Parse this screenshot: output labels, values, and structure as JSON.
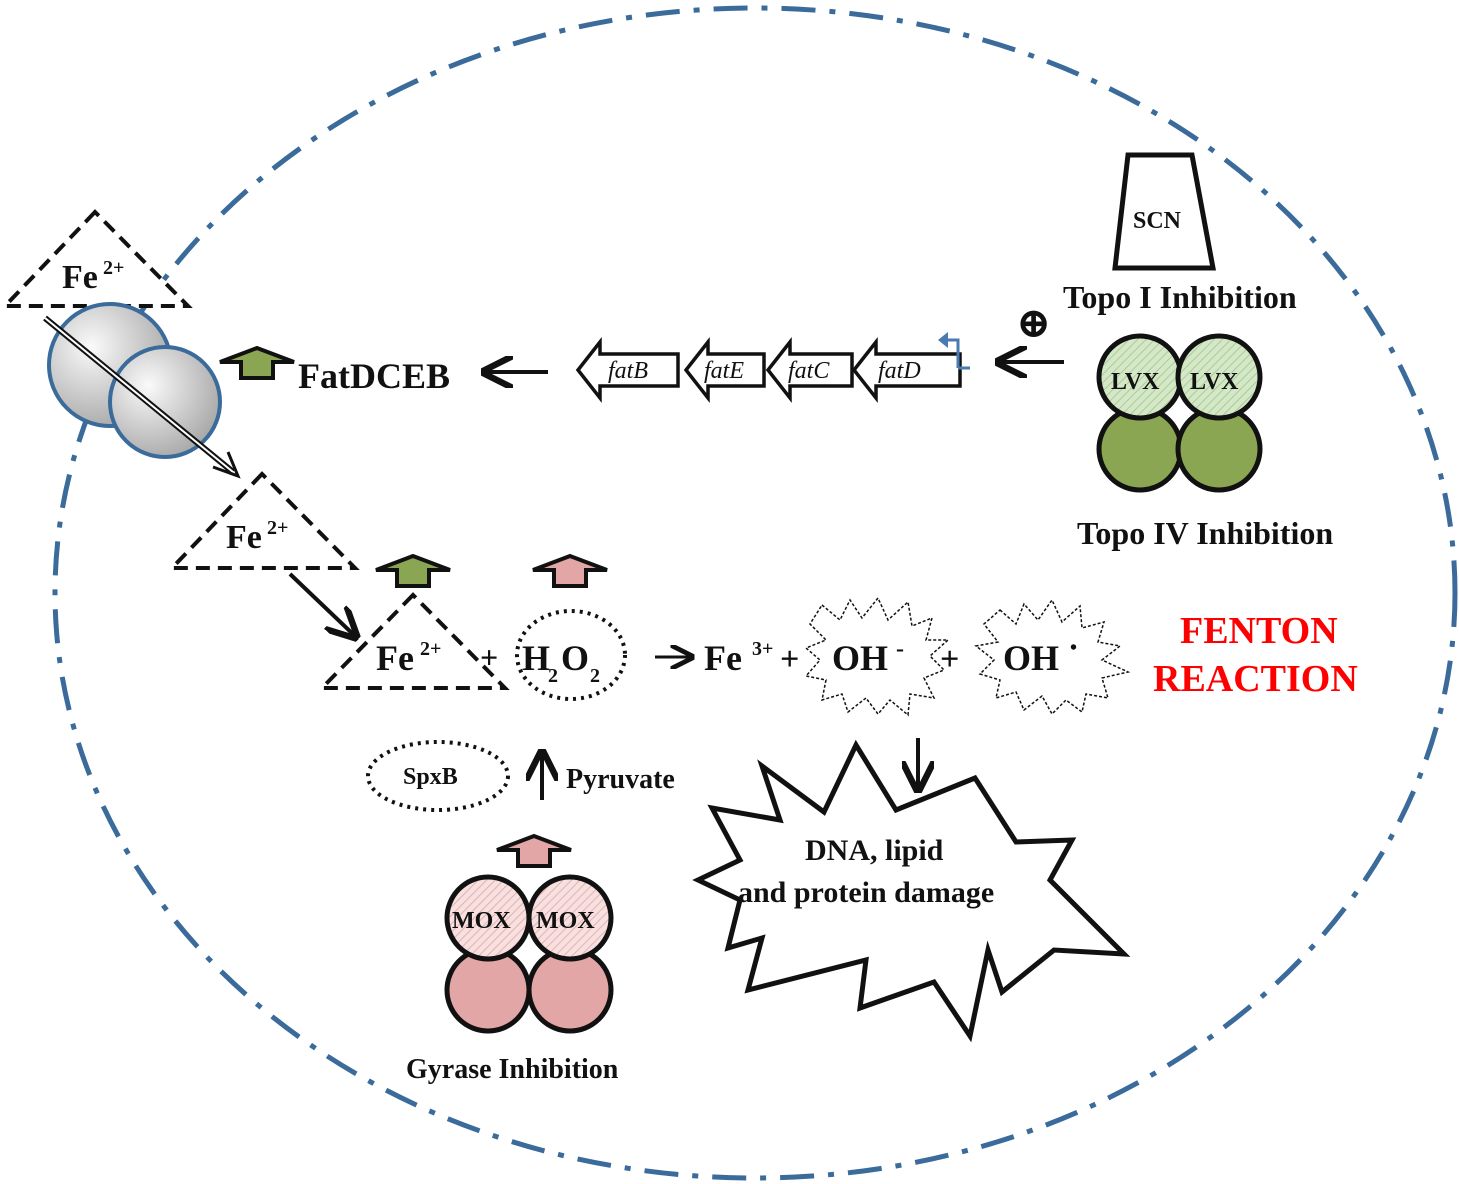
{
  "labels": {
    "fe2_outer": "Fe",
    "fe2_inner": "Fe",
    "fe2_reaction": "Fe",
    "fe_charge2": "2+",
    "fe3": "Fe",
    "fe_charge3": "3+",
    "fatdceb": "FatDCEB",
    "scn": "SCN",
    "topo1": "Topo I Inhibition",
    "plus_symbol": "⊕",
    "lvx": "LVX",
    "topo4": "Topo IV Inhibition",
    "h2o2_h": "H",
    "h2o2_o": "O",
    "h2o2_sub": "2",
    "plus": "+",
    "oh": "OH",
    "oh_minus": "-",
    "oh_radical": "•",
    "fenton_line1": "FENTON",
    "fenton_line2": "REACTION",
    "spxb": "SpxB",
    "pyruvate": "Pyruvate",
    "mox": "MOX",
    "gyrase": "Gyrase Inhibition",
    "damage_line1": "DNA, lipid",
    "damage_line2": "and protein damage"
  },
  "genes": [
    "fatB",
    "fatE",
    "fatC",
    "fatD"
  ],
  "colors": {
    "cell_border": "#3a6b9a",
    "green": "#8aa652",
    "green_light": "#d4e8c7",
    "pink": "#e3a6a6",
    "pink_light": "#f7e0e0",
    "fenton_red": "#ff0000",
    "promoter_blue": "#4a7ab0"
  }
}
